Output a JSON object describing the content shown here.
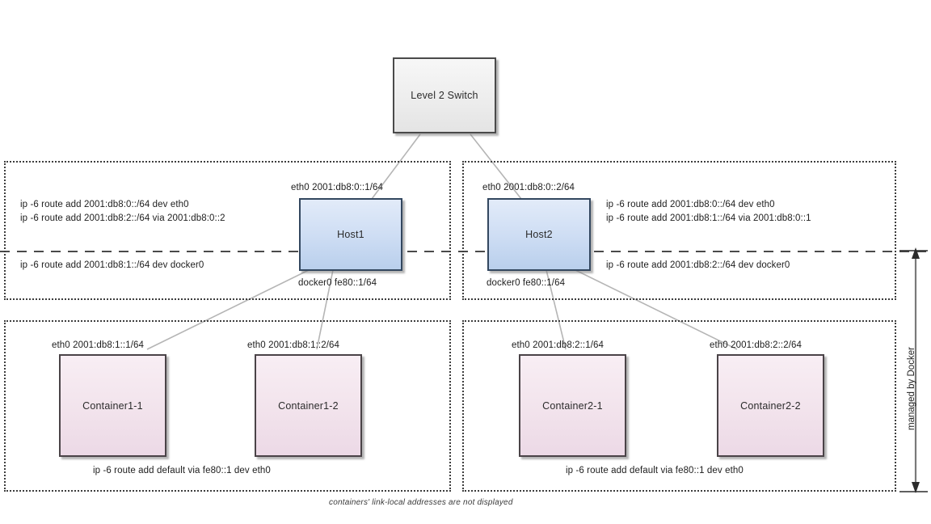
{
  "diagram": {
    "title_caption": "containers' link-local addresses are not displayed",
    "colors": {
      "host_fill": "#cfdef4",
      "container_fill": "#f2e3ec",
      "switch_fill": "#ededed",
      "edge": "#b0b0b0",
      "border": "#3a3a3a"
    }
  },
  "switch": {
    "label": "Level 2 Switch"
  },
  "hosts": [
    {
      "name": "Host1",
      "eth0_label": "eth0 2001:db8:0::1/64",
      "docker0_label": "docker0 fe80::1/64",
      "routes_above": [
        "ip -6 route add 2001:db8:0::/64 dev eth0",
        "ip -6 route add 2001:db8:2::/64 via  2001:db8:0::2"
      ],
      "routes_below": [
        "ip -6 route add 2001:db8:1::/64 dev docker0"
      ]
    },
    {
      "name": "Host2",
      "eth0_label": "eth0 2001:db8:0::2/64",
      "docker0_label": "docker0 fe80::1/64",
      "routes_above": [
        "ip -6 route add 2001:db8:0::/64 dev eth0",
        "ip -6 route add 2001:db8:1::/64 via 2001:db8:0::1"
      ],
      "routes_below": [
        "ip -6 route add 2001:db8:2::/64 dev docker0"
      ]
    }
  ],
  "container_groups": [
    {
      "route_label": "ip -6 route add default via fe80::1 dev eth0",
      "containers": [
        {
          "name": "Container1-1",
          "eth0_label": "eth0 2001:db8:1::1/64"
        },
        {
          "name": "Container1-2",
          "eth0_label": "eth0 2001:db8:1::2/64"
        }
      ]
    },
    {
      "route_label": "ip -6 route add default via fe80::1 dev eth0",
      "containers": [
        {
          "name": "Container2-1",
          "eth0_label": "eth0 2001:db8:2::1/64"
        },
        {
          "name": "Container2-2",
          "eth0_label": "eth0 2001:db8:2::2/64"
        }
      ]
    }
  ],
  "annotations": {
    "managed_by_docker": "managed by Docker"
  }
}
